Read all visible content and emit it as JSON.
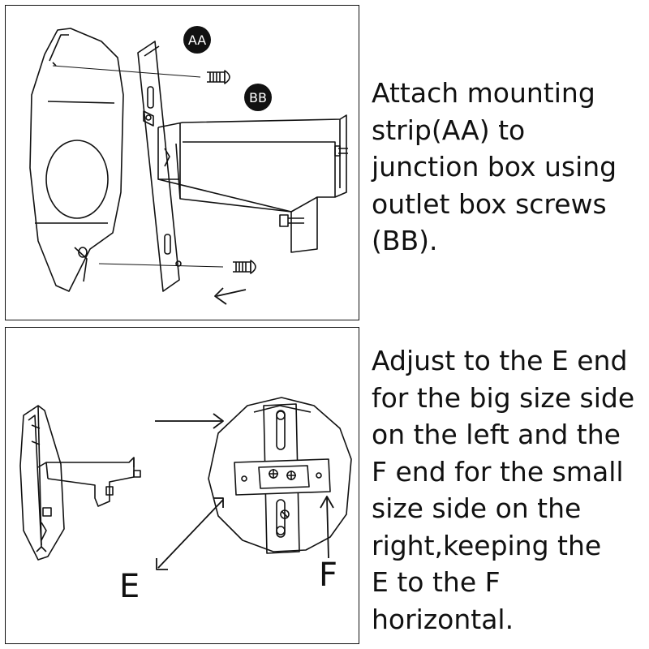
{
  "step1": {
    "badges": {
      "aa": "AA",
      "bb": "BB"
    },
    "instruction_lines": [
      "Attach mounting",
      "strip(AA) to",
      "junction box using",
      "outlet box screws",
      "(BB)."
    ]
  },
  "step2": {
    "labels": {
      "e": "E",
      "f": "F"
    },
    "instruction_lines": [
      "Adjust to the E end",
      "for the big size side",
      "on the left and the",
      "F end for the small",
      "size side on the",
      "right,keeping the",
      "E to the F",
      "horizontal."
    ]
  }
}
